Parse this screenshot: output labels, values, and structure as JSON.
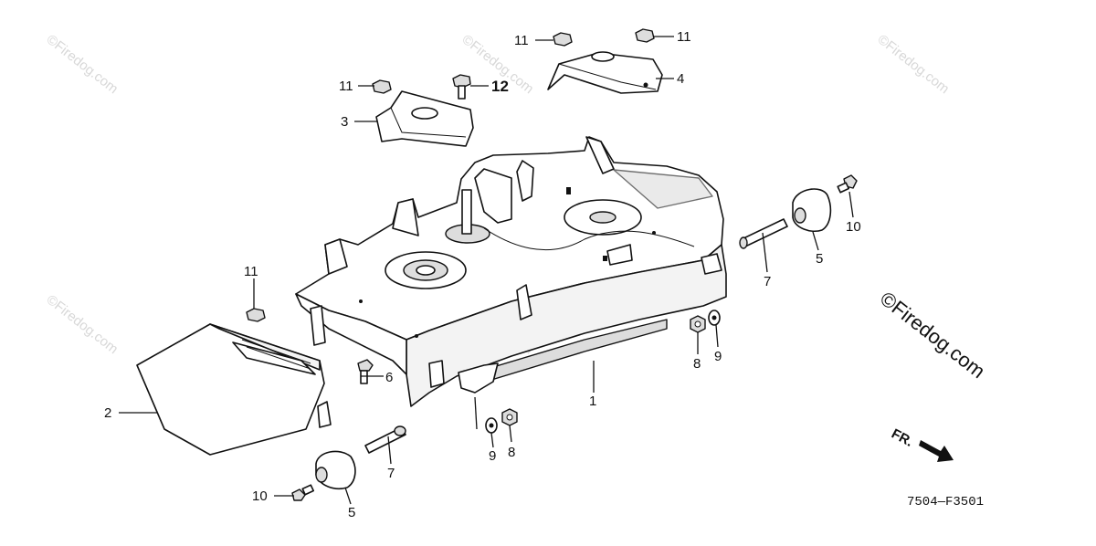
{
  "diagram": {
    "callouts": {
      "p1": "1",
      "p2": "2",
      "p3": "3",
      "p4": "4",
      "p5a": "5",
      "p5b": "5",
      "p6": "6",
      "p7a": "7",
      "p7b": "7",
      "p8a": "8",
      "p8b": "8",
      "p9a": "9",
      "p9b": "9",
      "p10a": "10",
      "p10b": "10",
      "p11a": "11",
      "p11b": "11",
      "p11c": "11",
      "p11d": "11",
      "p12": "12"
    },
    "watermark": "©Firedog.com",
    "watermark_big": "©Firedog.com",
    "front_label": "FR.",
    "figure_code": "7504—F3501"
  },
  "colors": {
    "line": "#111111",
    "watermark": "#d8d8d8",
    "background": "#ffffff"
  },
  "icons": {
    "front_arrow": "arrow-right-down-icon"
  }
}
